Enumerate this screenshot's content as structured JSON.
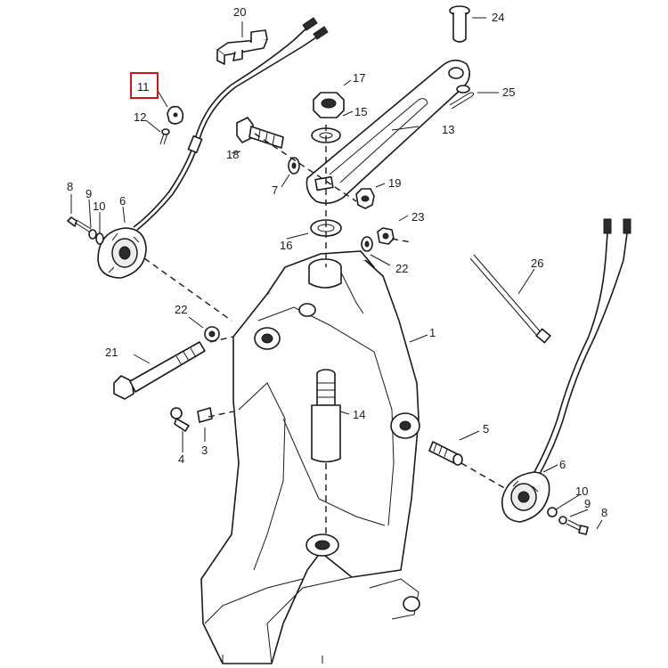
{
  "diagram": {
    "highlight_color": "#d0151b",
    "highlighted_callout": "11",
    "callouts": [
      {
        "id": "c1",
        "label": "1"
      },
      {
        "id": "c3",
        "label": "3"
      },
      {
        "id": "c4",
        "label": "4"
      },
      {
        "id": "c5",
        "label": "5"
      },
      {
        "id": "c6a",
        "label": "6"
      },
      {
        "id": "c6b",
        "label": "6"
      },
      {
        "id": "c7",
        "label": "7"
      },
      {
        "id": "c8a",
        "label": "8"
      },
      {
        "id": "c8b",
        "label": "8"
      },
      {
        "id": "c9a",
        "label": "9"
      },
      {
        "id": "c9b",
        "label": "9"
      },
      {
        "id": "c10a",
        "label": "10"
      },
      {
        "id": "c10b",
        "label": "10"
      },
      {
        "id": "c11",
        "label": "11"
      },
      {
        "id": "c12",
        "label": "12"
      },
      {
        "id": "c13",
        "label": "13"
      },
      {
        "id": "c14",
        "label": "14"
      },
      {
        "id": "c15",
        "label": "15"
      },
      {
        "id": "c16",
        "label": "16"
      },
      {
        "id": "c17",
        "label": "17"
      },
      {
        "id": "c18",
        "label": "18"
      },
      {
        "id": "c19",
        "label": "19"
      },
      {
        "id": "c20",
        "label": "20"
      },
      {
        "id": "c21",
        "label": "21"
      },
      {
        "id": "c22a",
        "label": "22"
      },
      {
        "id": "c22b",
        "label": "22"
      },
      {
        "id": "c23",
        "label": "23"
      },
      {
        "id": "c24",
        "label": "24"
      },
      {
        "id": "c25",
        "label": "25"
      },
      {
        "id": "c26",
        "label": "26"
      }
    ]
  }
}
